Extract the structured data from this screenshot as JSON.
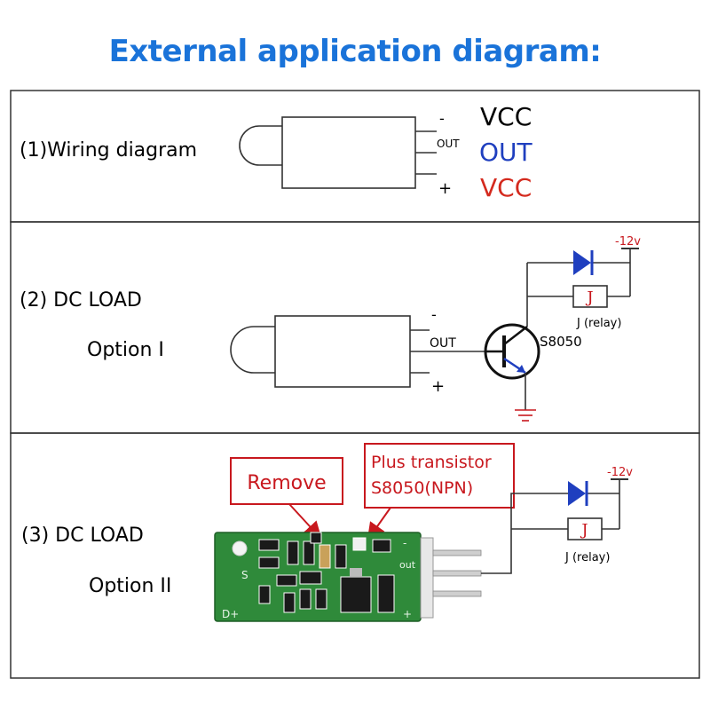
{
  "title": "External application diagram:",
  "panel1": {
    "label": "(1)Wiring diagram",
    "pin_minus": "-",
    "pin_out": "OUT",
    "pin_plus": "+",
    "vcc_top": "VCC",
    "out_label": "OUT",
    "vcc_bottom": "VCC"
  },
  "panel2": {
    "label": "(2) DC LOAD",
    "option": "Option I",
    "pin_minus": "-",
    "pin_out": "OUT",
    "pin_plus": "+",
    "transistor": "S8050",
    "relay_symbol": "J",
    "relay_label": "J (relay)",
    "supply": "-12v"
  },
  "panel3": {
    "label": "(3) DC LOAD",
    "option": "Option II",
    "remove_callout": "Remove",
    "transistor_callout_line1": "Plus transistor",
    "transistor_callout_line2": "S8050(NPN)",
    "relay_symbol": "J",
    "relay_label": "J (relay)",
    "supply": "-12v",
    "pcb_out": "out",
    "pcb_minus": "-",
    "pcb_plus": "+",
    "pcb_dplus": "D+",
    "pcb_s": "S"
  },
  "colors": {
    "title": "#1a73d9",
    "out_text": "#1f3fbf",
    "vcc_red": "#d42a1e",
    "callout": "#c8181e",
    "diode": "#1f3fbf",
    "pcb_green": "#2f8a3a"
  }
}
